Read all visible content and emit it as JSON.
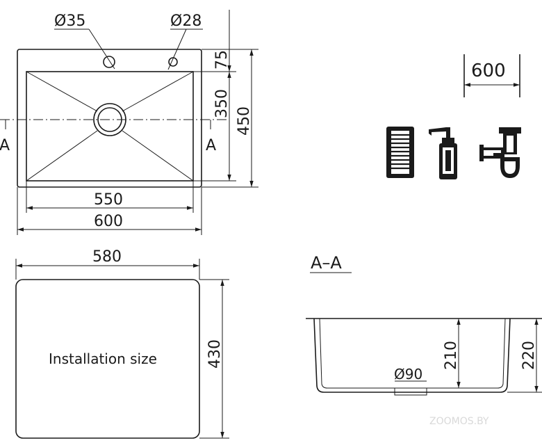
{
  "top_view": {
    "hole_left_label": "Ø35",
    "hole_right_label": "Ø28",
    "dim_75": "75",
    "dim_350": "350",
    "dim_450": "450",
    "dim_550": "550",
    "dim_600": "600",
    "section_mark": "A"
  },
  "accessories": {
    "width_label": "600",
    "icons": [
      "strainer-basket-icon",
      "soap-dispenser-icon",
      "siphon-icon"
    ]
  },
  "install_view": {
    "dim_580": "580",
    "dim_430": "430",
    "label": "Installation size"
  },
  "section_view": {
    "title": "A–A",
    "dim_210": "210",
    "dim_220": "220",
    "drain_label": "Ø90"
  },
  "watermark": "ZOOMOS.BY"
}
